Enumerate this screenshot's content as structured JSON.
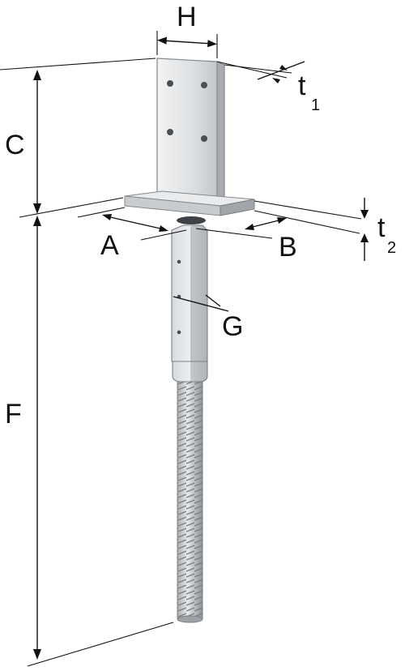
{
  "labels": {
    "H": "H",
    "C": "C",
    "F": "F",
    "A": "A",
    "B": "B",
    "G": "G",
    "t1_main": "t",
    "t1_sub": "1",
    "t2_main": "t",
    "t2_sub": "2"
  },
  "colors": {
    "metal_light": "#e4e6e8",
    "metal_mid": "#c7cacd",
    "metal_dark": "#9a9ea2",
    "line": "#111111"
  }
}
